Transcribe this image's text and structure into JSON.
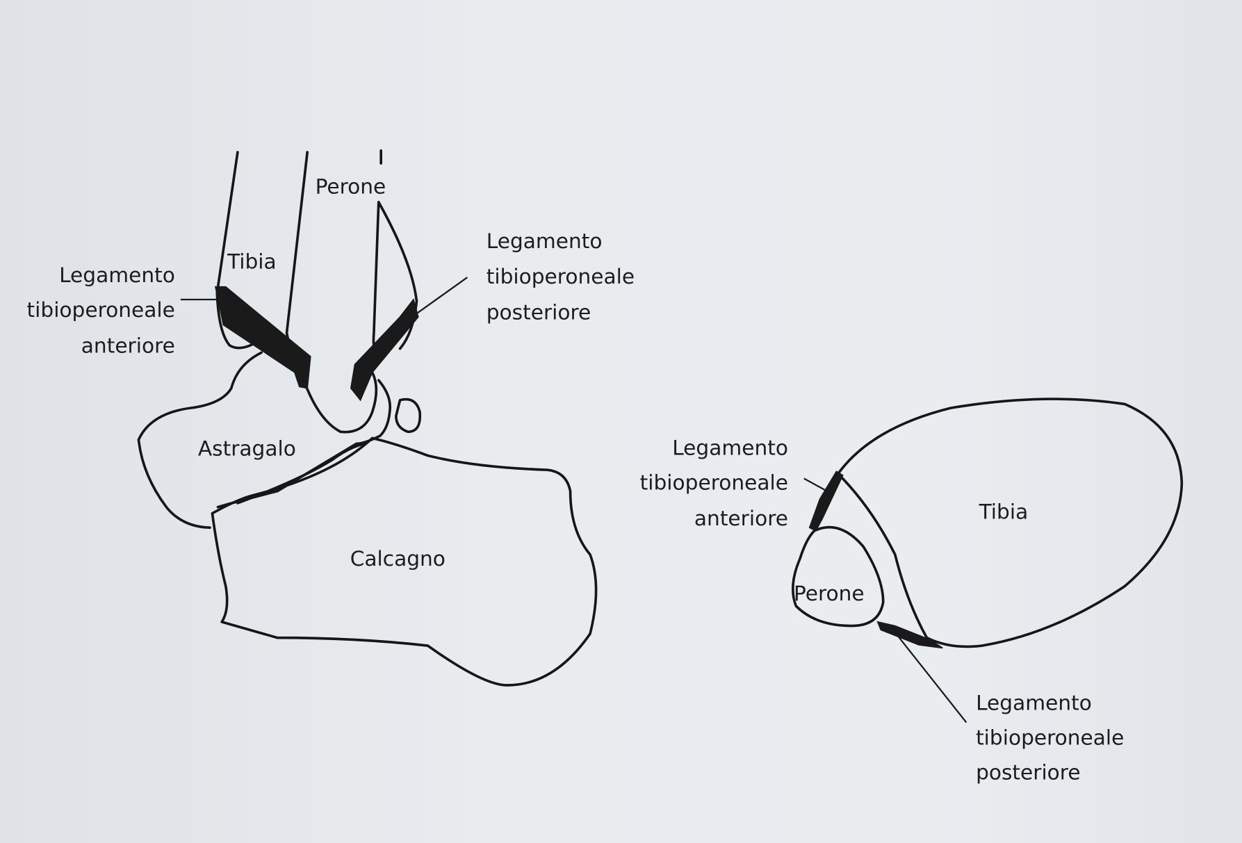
{
  "lateral_view": {
    "labels": {
      "perone": "Perone",
      "tibia": "Tibia",
      "anterior_ligament": [
        "Legamento",
        "tibioperoneale",
        "anteriore"
      ],
      "posterior_ligament": [
        "Legamento",
        "tibioperoneale",
        "posteriore"
      ],
      "astragalo": "Astragalo",
      "calcagno": "Calcagno"
    }
  },
  "cross_section_view": {
    "labels": {
      "anterior_ligament": [
        "Legamento",
        "tibioperoneale",
        "anteriore"
      ],
      "tibia": "Tibia",
      "perone": "Perone",
      "posterior_ligament": [
        "Legamento",
        "tibioperoneale",
        "posteriore"
      ]
    }
  }
}
